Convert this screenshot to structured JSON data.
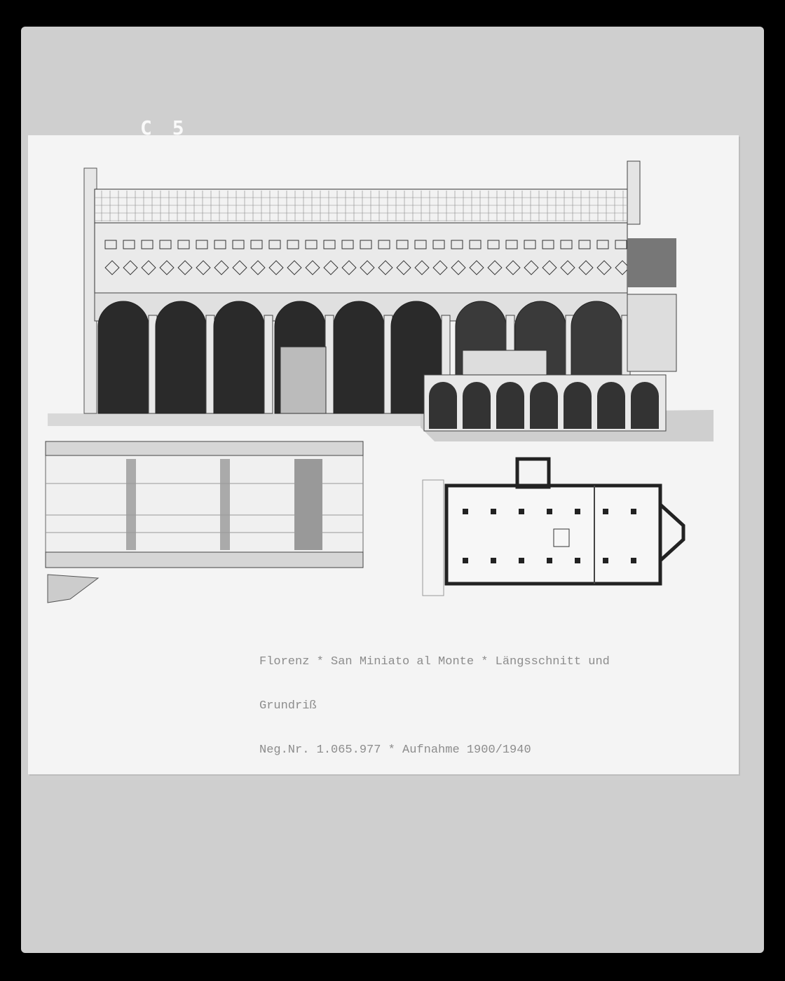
{
  "card": {
    "label": "C 5"
  },
  "caption": {
    "line1": "Florenz * San Miniato al Monte * Längsschnitt und",
    "line2": "Grundriß",
    "line3": "Neg.Nr. 1.065.977 * Aufnahme 1900/1940"
  }
}
